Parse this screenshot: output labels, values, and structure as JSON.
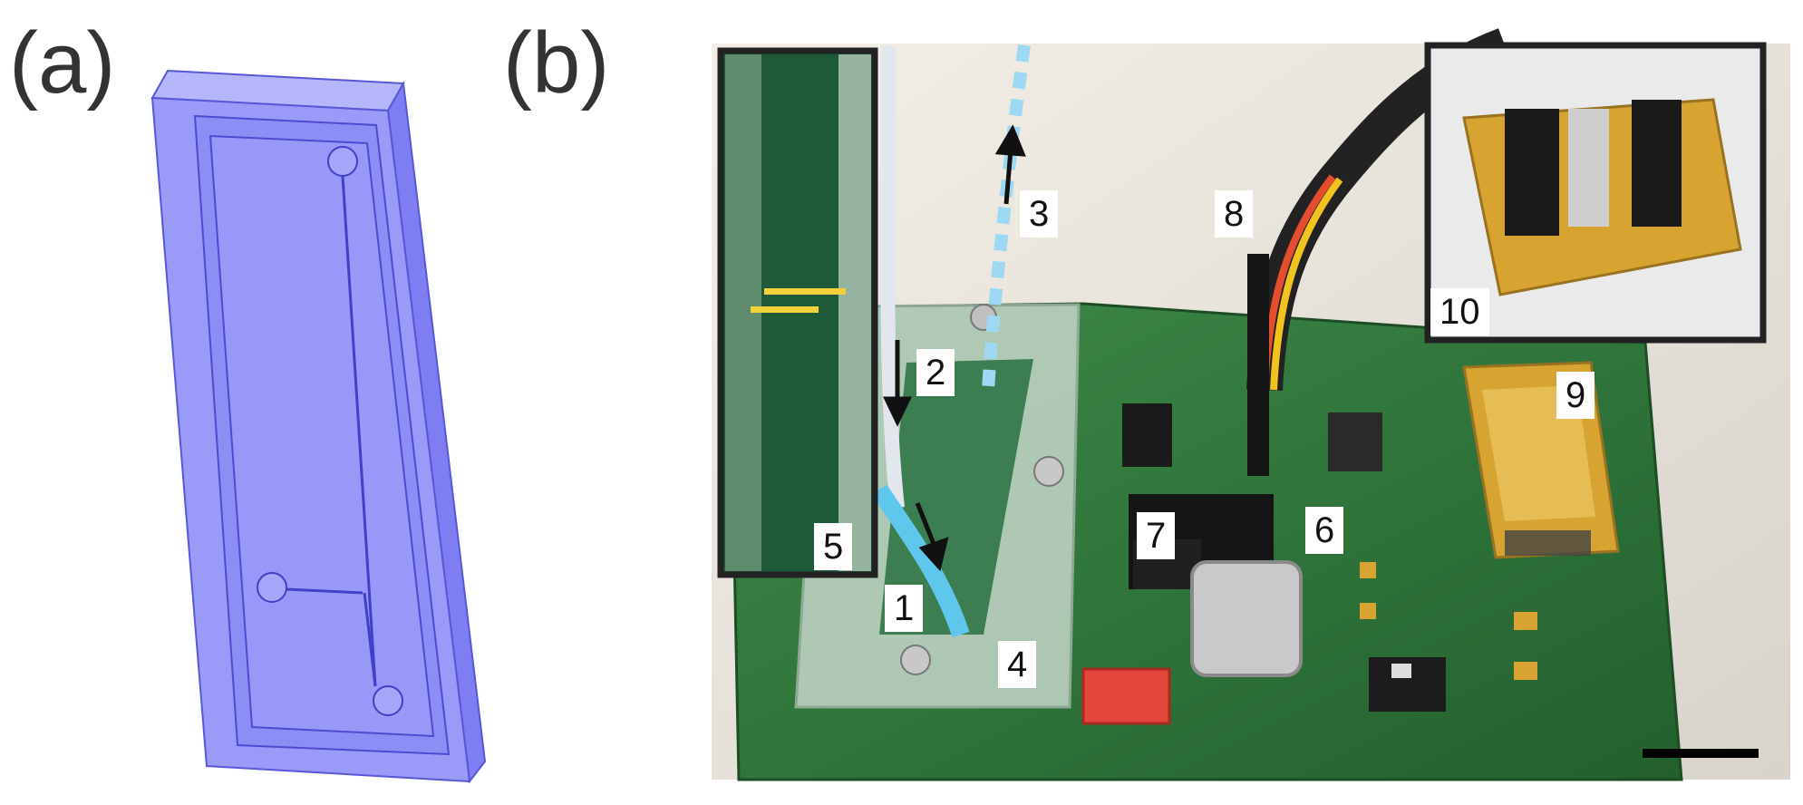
{
  "panel_a": {
    "label": "(a)"
  },
  "panel_b": {
    "label": "(b)"
  },
  "callouts": {
    "c1": "1",
    "c2": "2",
    "c3": "3",
    "c4": "4",
    "c5": "5",
    "c6": "6",
    "c7": "7",
    "c8": "8",
    "c9": "9",
    "c10": "10"
  },
  "colors": {
    "chip_fill": "#8e8ef6",
    "chip_edge": "#5757d8",
    "pcb_green": "#2f7a3c",
    "gold": "#d7a431",
    "tube_blue": "#5fc6ec"
  }
}
